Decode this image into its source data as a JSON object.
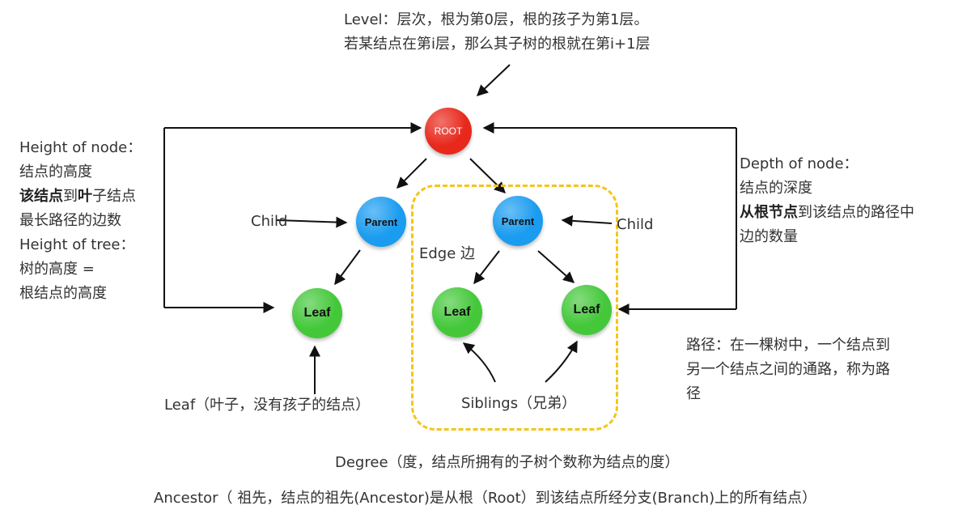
{
  "colors": {
    "root": "#e8281c",
    "parent": "#1a9cf0",
    "leaf": "#44c83a",
    "siblings_box": "#f5c518",
    "text": "#333333",
    "arrow": "#111111"
  },
  "nodes": {
    "root": "ROOT",
    "parent_left": "Parent",
    "parent_right": "Parent",
    "leaf_1": "Leaf",
    "leaf_2": "Leaf",
    "leaf_3": "Leaf"
  },
  "level": {
    "line1": "Level：层次，根为第0层，根的孩子为第1层。",
    "line2": "若某结点在第i层，那么其子树的根就在第i+1层"
  },
  "height": {
    "line1": "Height of node：",
    "line2": "结点的高度",
    "line3_bold_a": "该结点",
    "line3_mid": "到",
    "line3_bold_b": "叶",
    "line3_rest": "子结点",
    "line4": "最长路径的边数",
    "line5": "Height of tree：",
    "line6": "树的高度 =",
    "line7": "根结点的高度"
  },
  "depth": {
    "line1": "Depth of node：",
    "line2": "结点的深度",
    "line3_bold": "从根节点",
    "line3_rest": "到该结点的路径中",
    "line4": "边的数量"
  },
  "labels": {
    "child_left": "Child",
    "child_right": "Child",
    "edge": "Edge 边",
    "leaf_desc": "Leaf（叶子，没有孩子的结点）",
    "siblings": "Siblings（兄弟）"
  },
  "path": {
    "line1": "路径：在一棵树中，一个结点到",
    "line2": "另一个结点之间的通路，称为路",
    "line3": "径"
  },
  "degree": "Degree（度，结点所拥有的子树个数称为结点的度）",
  "ancestor": "Ancestor（ 祖先，结点的祖先(Ancestor)是从根（Root）到该结点所经分支(Branch)上的所有结点）"
}
